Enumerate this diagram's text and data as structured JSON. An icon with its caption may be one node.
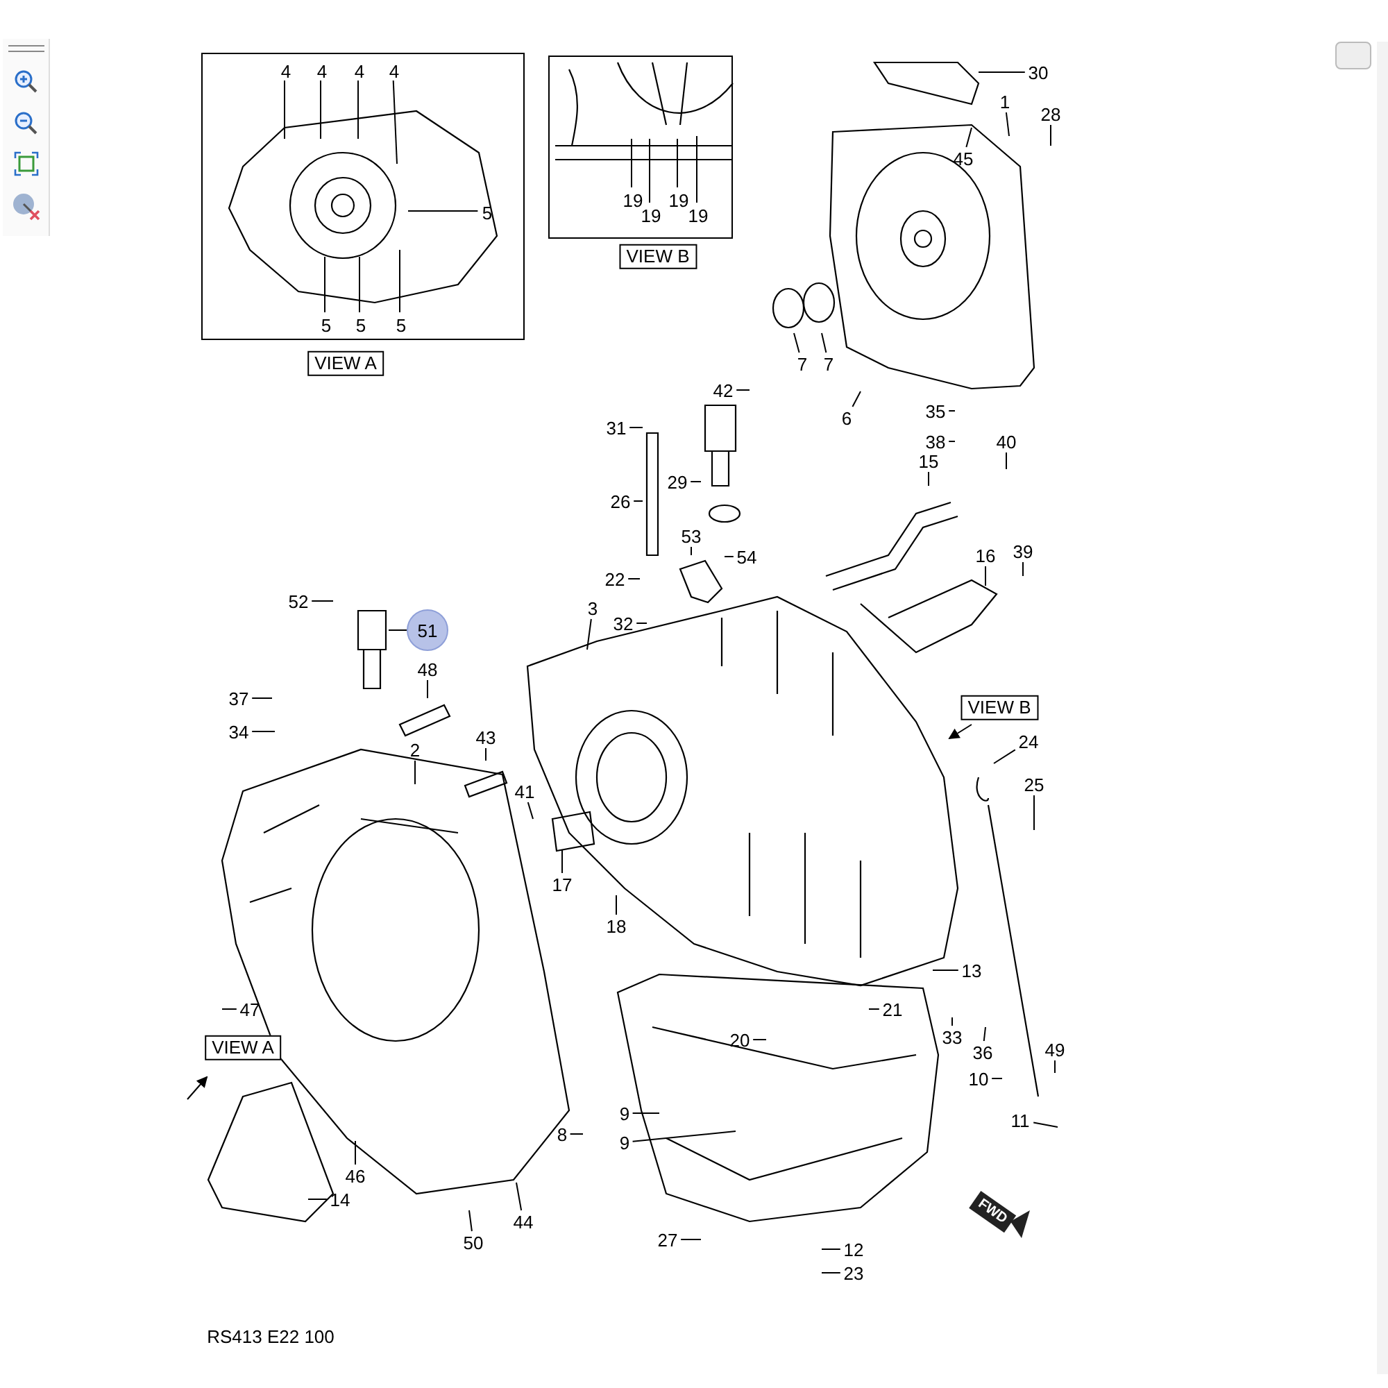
{
  "diagram": {
    "nodes": [
      {
        "text": [],
        "shape": "box"
      },
      {
        "text": [
          "4"
        ],
        "in": 0
      },
      {
        "text": [
          "4"
        ],
        "in": 0
      },
      {
        "text": [
          "4"
        ],
        "in": 0
      },
      {
        "text": [
          "4"
        ],
        "in": 0
      },
      {
        "text": [
          "5"
        ],
        "in": 0
      },
      {
        "text": [
          "5"
        ],
        "in": 0
      },
      {
        "text": [
          "5"
        ],
        "in": 0
      },
      {
        "text": [
          "5"
        ],
        "in": 0
      },
      {
        "text": [],
        "shape": "box"
      },
      {
        "text": [
          "19"
        ],
        "in": 9
      },
      {
        "text": [
          "19"
        ],
        "in": 9
      },
      {
        "text": [
          "19"
        ],
        "in": 9
      },
      {
        "text": [
          "19"
        ],
        "in": 9
      },
      {
        "text": [
          "30"
        ]
      },
      {
        "text": [
          "1"
        ]
      },
      {
        "text": [
          "28"
        ]
      },
      {
        "text": [
          "45"
        ]
      },
      {
        "text": [
          "7"
        ]
      },
      {
        "text": [
          "7"
        ]
      },
      {
        "text": [
          "42"
        ]
      },
      {
        "text": [
          "6"
        ]
      },
      {
        "text": [
          "35"
        ]
      },
      {
        "text": [
          "31"
        ]
      },
      {
        "text": [
          "38"
        ]
      },
      {
        "text": [
          "40"
        ]
      },
      {
        "text": [
          "15"
        ]
      },
      {
        "text": [
          "29"
        ]
      },
      {
        "text": [
          "26"
        ]
      },
      {
        "text": [
          "53"
        ]
      },
      {
        "text": [
          "54"
        ]
      },
      {
        "text": [
          "16"
        ]
      },
      {
        "text": [
          "39"
        ]
      },
      {
        "text": [
          "22"
        ]
      },
      {
        "text": [
          "3"
        ]
      },
      {
        "text": [
          "52"
        ]
      },
      {
        "text": [
          "32"
        ]
      },
      {
        "text": [
          "51"
        ]
      },
      {
        "text": [
          "48"
        ]
      },
      {
        "text": [
          "37"
        ]
      },
      {
        "text": [
          "34"
        ]
      },
      {
        "text": [
          "24"
        ]
      },
      {
        "text": [
          "43"
        ]
      },
      {
        "text": [
          "2"
        ]
      },
      {
        "text": [
          "25"
        ]
      },
      {
        "text": [
          "41"
        ]
      },
      {
        "text": [
          "17"
        ]
      },
      {
        "text": [
          "18"
        ]
      },
      {
        "text": [
          "13"
        ]
      },
      {
        "text": [
          "47"
        ]
      },
      {
        "text": [
          "21"
        ]
      },
      {
        "text": [
          "20"
        ]
      },
      {
        "text": [
          "33"
        ]
      },
      {
        "text": [
          "36"
        ]
      },
      {
        "text": [
          "49"
        ]
      },
      {
        "text": [
          "10"
        ]
      },
      {
        "text": [
          "11"
        ]
      },
      {
        "text": [
          "9"
        ]
      },
      {
        "text": [
          "8"
        ]
      },
      {
        "text": [
          "9"
        ]
      },
      {
        "text": [
          "46"
        ]
      },
      {
        "text": [
          "14"
        ]
      },
      {
        "text": [
          "44"
        ]
      },
      {
        "text": [
          "50"
        ]
      },
      {
        "text": [
          "27"
        ]
      },
      {
        "text": [
          "12"
        ]
      },
      {
        "text": [
          "23"
        ]
      }
    ],
    "edges": [
      {
        "from": 1,
        "to": null,
        "arrow": "none"
      },
      {
        "from": 2,
        "to": null,
        "arrow": "none"
      },
      {
        "from": 3,
        "to": null,
        "arrow": "none"
      },
      {
        "from": 4,
        "to": null,
        "arrow": "none"
      },
      {
        "from": 5,
        "to": null,
        "arrow": "none"
      },
      {
        "from": 6,
        "to": null,
        "arrow": "none"
      },
      {
        "from": 7,
        "to": null,
        "arrow": "none"
      },
      {
        "from": 8,
        "to": null,
        "arrow": "none"
      },
      {
        "from": 10,
        "to": null,
        "arrow": "none"
      },
      {
        "from": 11,
        "to": null,
        "arrow": "none"
      },
      {
        "from": 12,
        "to": null,
        "arrow": "none"
      },
      {
        "from": 13,
        "to": null,
        "arrow": "none"
      },
      {
        "from": 14,
        "to": null,
        "arrow": "none"
      },
      {
        "from": 15,
        "to": null,
        "arrow": "none"
      },
      {
        "from": 16,
        "to": null,
        "arrow": "none"
      },
      {
        "from": 17,
        "to": null,
        "arrow": "none"
      },
      {
        "from": 18,
        "to": null,
        "arrow": "none"
      },
      {
        "from": 19,
        "to": null,
        "arrow": "none"
      },
      {
        "from": 20,
        "to": null,
        "arrow": "none"
      },
      {
        "from": 21,
        "to": null,
        "arrow": "none"
      },
      {
        "from": 22,
        "to": null,
        "arrow": "none"
      },
      {
        "from": 23,
        "to": null,
        "arrow": "none"
      },
      {
        "from": 24,
        "to": null,
        "arrow": "none"
      },
      {
        "from": 25,
        "to": null,
        "arrow": "none"
      },
      {
        "from": 26,
        "to": null,
        "arrow": "none"
      },
      {
        "from": 27,
        "to": null,
        "arrow": "none"
      },
      {
        "from": 28,
        "to": null,
        "arrow": "none"
      },
      {
        "from": 29,
        "to": null,
        "arrow": "none"
      },
      {
        "from": 30,
        "to": null,
        "arrow": "none"
      },
      {
        "from": 31,
        "to": null,
        "arrow": "none"
      },
      {
        "from": 32,
        "to": null,
        "arrow": "none"
      },
      {
        "from": 33,
        "to": null,
        "arrow": "none"
      },
      {
        "from": 34,
        "to": null,
        "arrow": "none"
      },
      {
        "from": 35,
        "to": null,
        "arrow": "none"
      },
      {
        "from": 36,
        "to": null,
        "arrow": "none"
      },
      {
        "from": 37,
        "to": null,
        "arrow": "none"
      },
      {
        "from": 38,
        "to": null,
        "arrow": "none"
      },
      {
        "from": 39,
        "to": null,
        "arrow": "none"
      },
      {
        "from": 40,
        "to": null,
        "arrow": "none"
      },
      {
        "from": 41,
        "to": null,
        "arrow": "none"
      },
      {
        "from": 42,
        "to": null,
        "arrow": "none"
      },
      {
        "from": 43,
        "to": null,
        "arrow": "none"
      },
      {
        "from": 44,
        "to": null,
        "arrow": "none"
      },
      {
        "from": 45,
        "to": null,
        "arrow": "none"
      },
      {
        "from": 46,
        "to": null,
        "arrow": "none"
      },
      {
        "from": 47,
        "to": null,
        "arrow": "none"
      },
      {
        "from": 48,
        "to": null,
        "arrow": "none"
      },
      {
        "from": 49,
        "to": null,
        "arrow": "none"
      },
      {
        "from": 50,
        "to": null,
        "arrow": "none"
      },
      {
        "from": 51,
        "to": null,
        "arrow": "none"
      },
      {
        "from": 52,
        "to": null,
        "arrow": "none"
      },
      {
        "from": 53,
        "to": null,
        "arrow": "none"
      },
      {
        "from": 54,
        "to": null,
        "arrow": "none"
      },
      {
        "from": 55,
        "to": null,
        "arrow": "none"
      },
      {
        "from": 56,
        "to": null,
        "arrow": "none"
      },
      {
        "from": 57,
        "to": null,
        "arrow": "none"
      },
      {
        "from": 58,
        "to": null,
        "arrow": "none"
      },
      {
        "from": 59,
        "to": null,
        "arrow": "none"
      },
      {
        "from": 60,
        "to": null,
        "arrow": "none"
      },
      {
        "from": 61,
        "to": null,
        "arrow": "none"
      },
      {
        "from": 62,
        "to": null,
        "arrow": "none"
      },
      {
        "from": 63,
        "to": null,
        "arrow": "none"
      },
      {
        "from": 64,
        "to": null,
        "arrow": "none"
      },
      {
        "from": 65,
        "to": null,
        "arrow": "none"
      },
      {
        "from": 66,
        "to": null,
        "arrow": "none"
      }
    ],
    "labels": [
      "VIEW B",
      "VIEW A",
      "VIEW B",
      "VIEW A",
      "FWD",
      "RS413 E22 100"
    ]
  }
}
